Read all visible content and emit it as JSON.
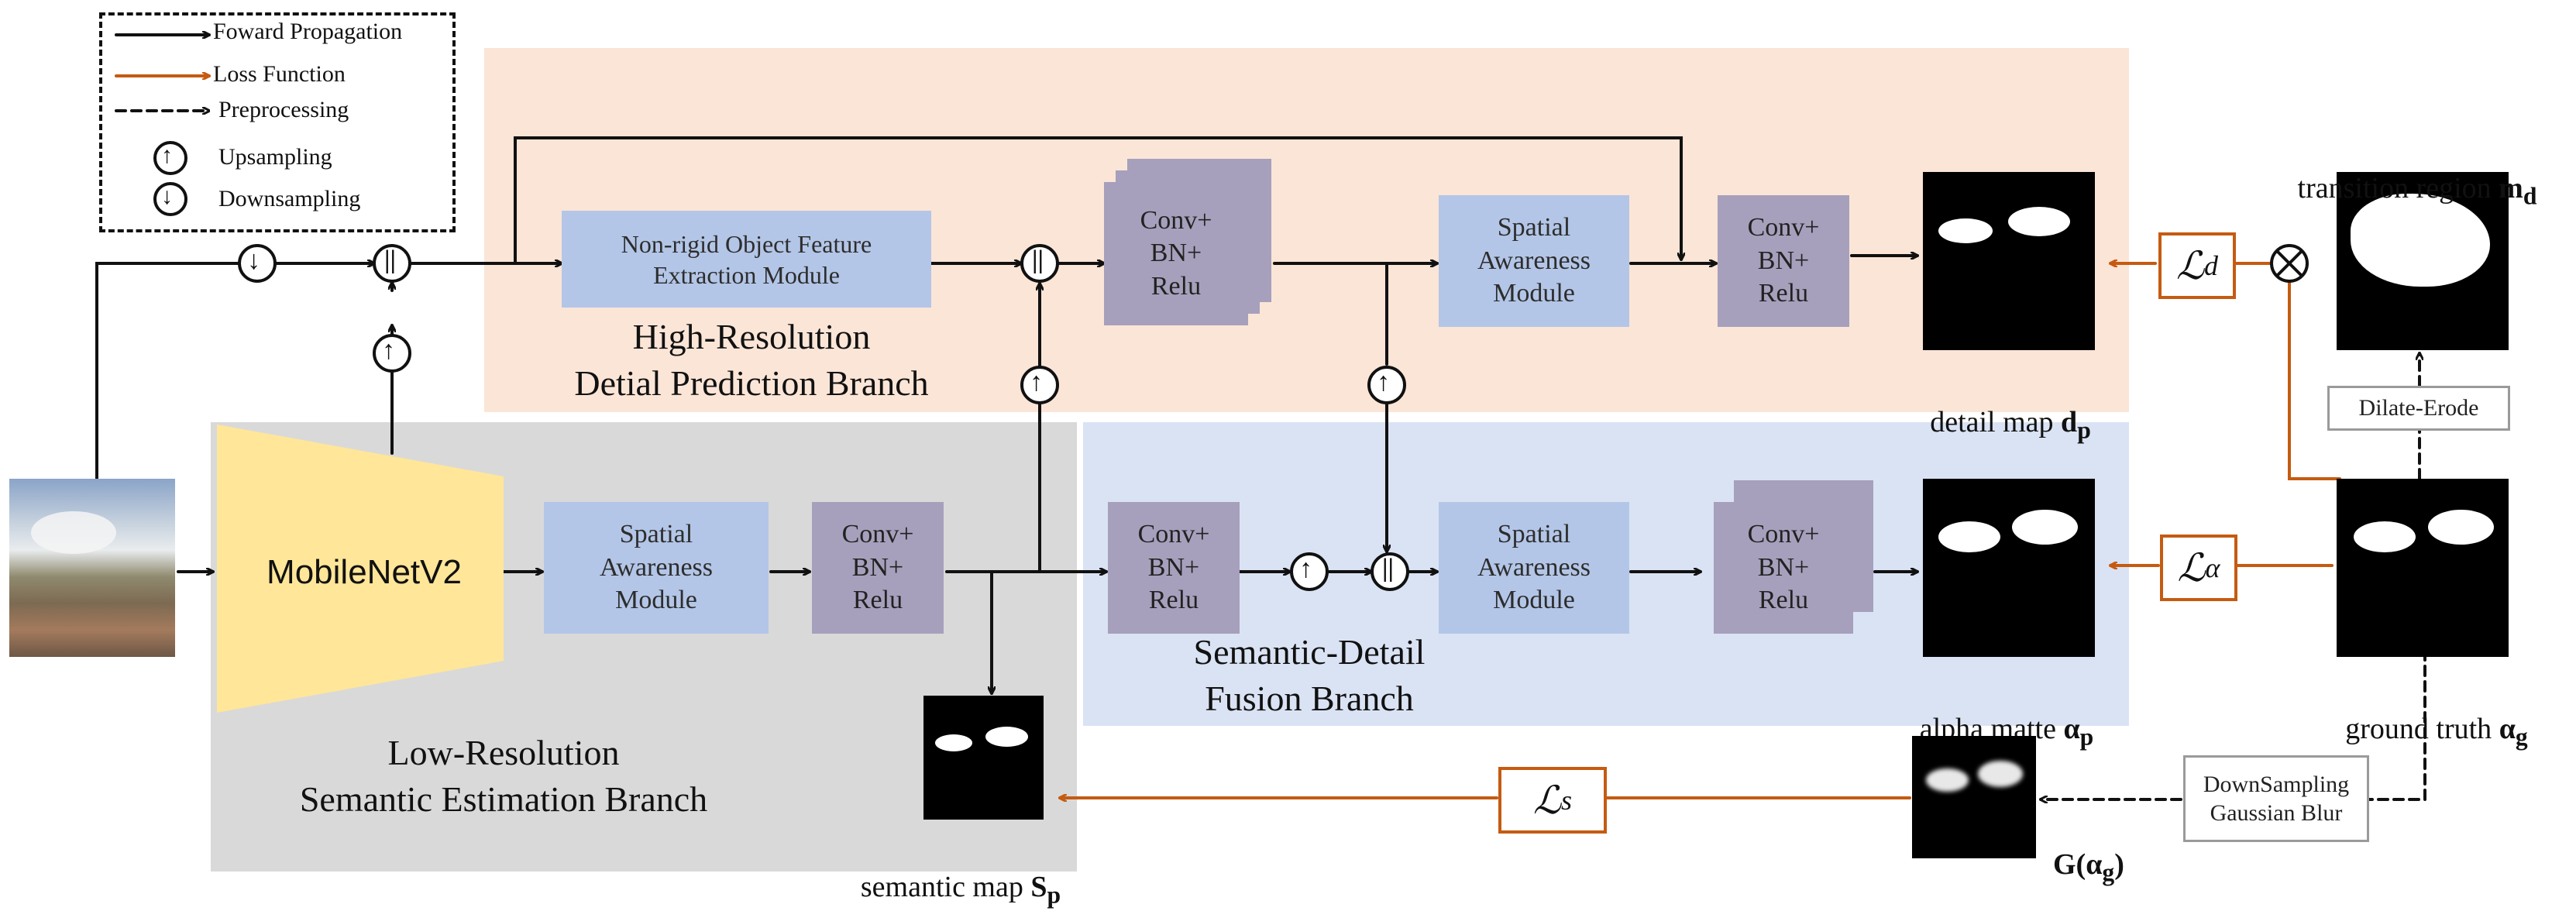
{
  "legend": {
    "forward": "Foward Propagation",
    "loss": "Loss Function",
    "preprocessing": "Preprocessing",
    "upsampling": "Upsampling",
    "downsampling": "Downsampling"
  },
  "regions": {
    "high_res": "High-Resolution\nDetial Prediction Branch",
    "low_res": "Low-Resolution\nSemantic Estimation Branch",
    "fusion": "Semantic-Detail\nFusion Branch"
  },
  "modules": {
    "mobilenet": "MobileNetV2",
    "nofe": "Non-rigid Object Feature\nExtraction Module",
    "conv1": "Conv+\nBN+\nRelu",
    "sam_high": "Spatial\nAwareness\nModule",
    "conv_high2": "Conv+\nBN+\nRelu",
    "sam_low": "Spatial\nAwareness\nModule",
    "conv_low": "Conv+\nBN+\nRelu",
    "conv_fusion1": "Conv+\nBN+\nRelu",
    "sam_fusion": "Spatial\nAwareness\nModule",
    "conv_fusion2": "Conv+\nBN+\nRelu"
  },
  "outputs": {
    "detail_map": "detail map",
    "detail_sym": "d",
    "detail_sub": "p",
    "alpha_matte": "alpha matte",
    "alpha_sym": "α",
    "alpha_sub": "p",
    "semantic_map": "semantic map",
    "semantic_sym": "S",
    "semantic_sub": "p",
    "transition": "transition region",
    "transition_sym": "m",
    "transition_sub": "d",
    "ground_truth": "ground truth",
    "gt_sym": "α",
    "gt_sub": "g",
    "g_alpha": "G(α",
    "g_alpha_sub": "g",
    "g_alpha_end": ")"
  },
  "ops": {
    "dilate": "Dilate-Erode",
    "downsample": "DownSampling\nGaussian Blur"
  },
  "losses": {
    "ld_main": "ℒ",
    "ld_sub": "d",
    "la_main": "ℒ",
    "la_sub": "α",
    "ls_main": "ℒ",
    "ls_sub": "s"
  },
  "symbols": {
    "up": "↑",
    "down": "↓",
    "concat": "||",
    "multiply": "×"
  },
  "colors": {
    "high_res_bg": "#fbe5d6",
    "low_res_bg": "#d9d9d9",
    "fusion_bg": "#dae3f3",
    "loss_color": "#c55a11",
    "mobilenet_color": "#ffe699"
  }
}
